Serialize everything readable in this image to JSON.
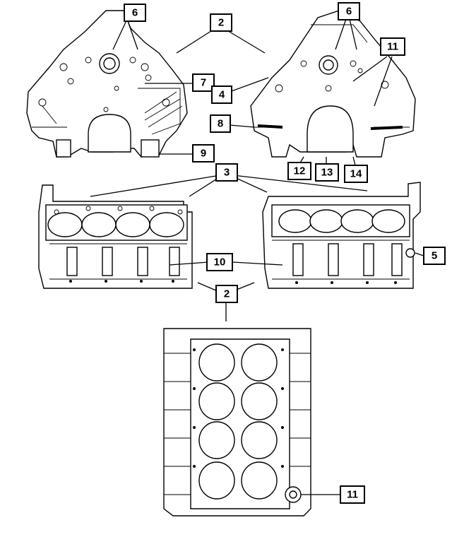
{
  "diagram": {
    "callouts": [
      {
        "id": "c6a",
        "label": "6"
      },
      {
        "id": "c2a",
        "label": "2"
      },
      {
        "id": "c6b",
        "label": "6"
      },
      {
        "id": "c11a",
        "label": "11"
      },
      {
        "id": "c7",
        "label": "7"
      },
      {
        "id": "c4",
        "label": "4"
      },
      {
        "id": "c8",
        "label": "8"
      },
      {
        "id": "c9",
        "label": "9"
      },
      {
        "id": "c12",
        "label": "12"
      },
      {
        "id": "c13",
        "label": "13"
      },
      {
        "id": "c14",
        "label": "14"
      },
      {
        "id": "c3",
        "label": "3"
      },
      {
        "id": "c10",
        "label": "10"
      },
      {
        "id": "c5",
        "label": "5"
      },
      {
        "id": "c2b",
        "label": "2"
      },
      {
        "id": "c11b",
        "label": "11"
      }
    ]
  }
}
